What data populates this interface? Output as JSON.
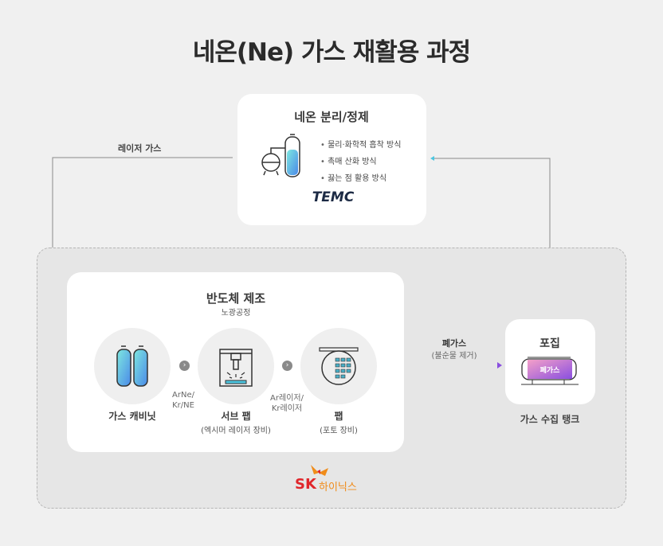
{
  "title": "네온(Ne) 가스 재활용 과정",
  "purification": {
    "title": "네온 분리/정제",
    "methods": [
      "물리·화학적 흡착 방식",
      "촉매 산화 방식",
      "끓는 점 활용 방식"
    ],
    "logo": "TEMC"
  },
  "laser_gas_label": "레이저 가스",
  "fab": {
    "title": "반도체 제조",
    "subtitle": "노광공정",
    "steps": [
      {
        "label": "가스 캐비닛",
        "sub": ""
      },
      {
        "label": "서브 팹",
        "sub": "(엑시머 레이저 장비)"
      },
      {
        "label": "팹",
        "sub": "(포토 장비)"
      }
    ],
    "flow1": [
      "ArNe/",
      "Kr/NE"
    ],
    "flow2": [
      "Ar레이저/",
      "Kr레이저"
    ]
  },
  "waste": {
    "label": "폐가스",
    "sub": "(불순물 제거)"
  },
  "collection": {
    "title": "포집",
    "tank_label": "폐가스",
    "caption": "가스 수집 탱크"
  },
  "company": {
    "logo_sk": "SK",
    "logo_name": "하이닉스"
  },
  "colors": {
    "cyan": "#4cc6e0",
    "purple": "#8a4fe0",
    "orange": "#f08c1a",
    "red": "#e0262b"
  }
}
